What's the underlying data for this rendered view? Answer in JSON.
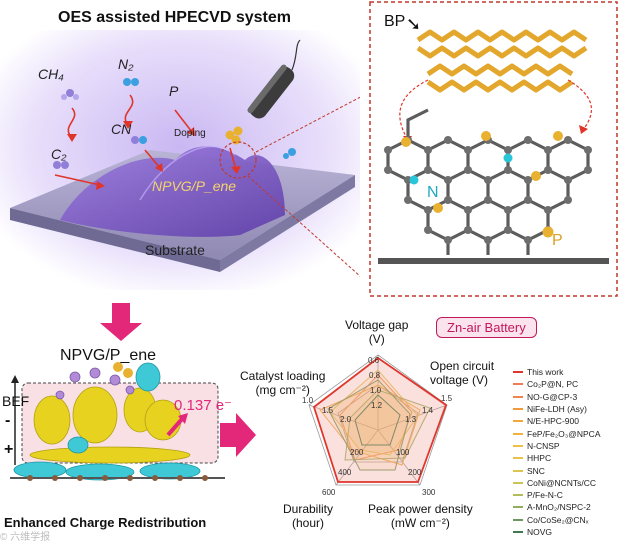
{
  "top_left": {
    "title": "OES assisted HPECVD system",
    "species": [
      "CH₄",
      "N₂",
      "P",
      "CN",
      "C₂"
    ],
    "doping_label": "Doping",
    "film_label": "NPVG/P_ene",
    "substrate_label": "Substrate"
  },
  "top_right": {
    "bp_label": "BP",
    "n_label": "N",
    "p_label": "P"
  },
  "bottom_left": {
    "title": "NPVG/P_ene",
    "bef_label": "BEF",
    "minus": "-",
    "plus": "+",
    "charge_value": "0.137 e⁻",
    "caption": "Enhanced Charge Redistribution"
  },
  "bottom_right": {
    "badge": "Zn-air Battery",
    "axes": [
      {
        "name": "Voltage gap",
        "unit": "(V)"
      },
      {
        "name": "Open circuit voltage",
        "unit": "(V)"
      },
      {
        "name": "Peak power density",
        "unit": "(mW cm⁻²)"
      },
      {
        "name": "Durability",
        "unit": "(hour)"
      },
      {
        "name": "Catalyst loading",
        "unit": "(mg cm⁻²)"
      }
    ],
    "ticks": {
      "voltage_gap": [
        "0.6",
        "0.8",
        "1.0",
        "1.2"
      ],
      "ocv": [
        "1.3",
        "1.4",
        "1.5"
      ],
      "ppd": [
        "100",
        "200",
        "300"
      ],
      "durability": [
        "200",
        "400",
        "600"
      ],
      "loading": [
        "1.0",
        "1.5",
        "2.0"
      ]
    },
    "legend": [
      {
        "label": "This work",
        "color": "#e0352b"
      },
      {
        "label": "Co₂P@N, PC",
        "color": "#f07a5a"
      },
      {
        "label": "NO-G@CP-3",
        "color": "#f0864a"
      },
      {
        "label": "NiFe-LDH (Asy)",
        "color": "#f39a3c"
      },
      {
        "label": "N/E-HPC-900",
        "color": "#f5a83a"
      },
      {
        "label": "FeP/Fe₂O₃@NPCA",
        "color": "#f2b33e"
      },
      {
        "label": "N-CNSP",
        "color": "#f0bf45"
      },
      {
        "label": "HHPC",
        "color": "#e8c24a"
      },
      {
        "label": "SNC",
        "color": "#dcc650"
      },
      {
        "label": "CoNi@NCNTs/CC",
        "color": "#c9c455"
      },
      {
        "label": "P/Fe-N-C",
        "color": "#b2bd5a"
      },
      {
        "label": "A-MnO₂/NSPC-2",
        "color": "#93ad5c"
      },
      {
        "label": "Co/CoSe₂@CNₓ",
        "color": "#6f975a"
      },
      {
        "label": "NOVG",
        "color": "#3e7a4e"
      }
    ]
  },
  "colors": {
    "accent_pink": "#e3287a",
    "frame_red": "#c0392b",
    "plasma_purple": "#8a6fd0",
    "carbon_gray": "#6e6e6e",
    "phosphorus_gold": "#e8b130",
    "nitrogen_cyan": "#28c6d8"
  },
  "watermark": "© 六维学报"
}
